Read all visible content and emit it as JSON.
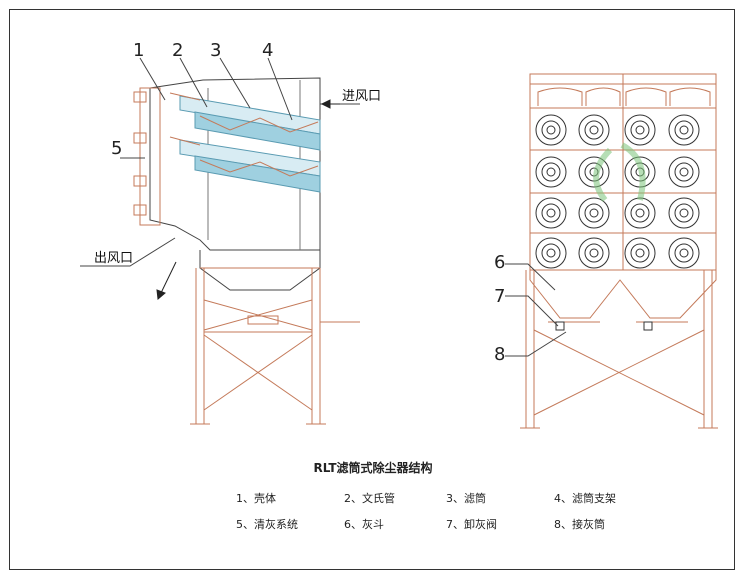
{
  "callouts": {
    "side": [
      "1",
      "2",
      "3",
      "4",
      "5"
    ],
    "front": [
      "6",
      "7",
      "8"
    ]
  },
  "labels": {
    "inlet": "进风口",
    "outlet": "出风口"
  },
  "caption": "RLT滤筒式除尘器结构",
  "legend": [
    "1、壳体",
    "2、文氏管",
    "3、滤筒",
    "4、滤筒支架",
    "5、清灰系统",
    "6、灰斗",
    "7、卸灰阀",
    "8、接灰筒"
  ],
  "colors": {
    "structure": "#c47a5a",
    "filter": "#7fb8cc",
    "line": "#333333",
    "watermark": "#7cc47a"
  }
}
